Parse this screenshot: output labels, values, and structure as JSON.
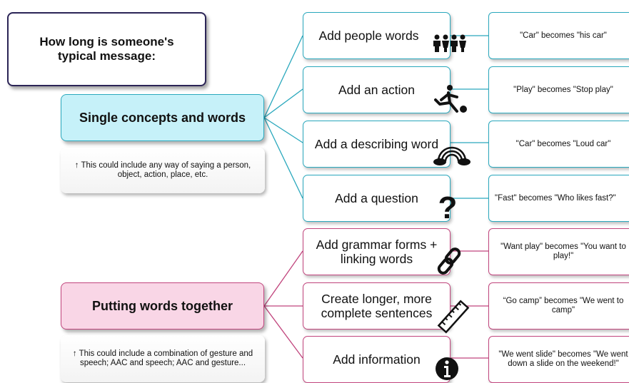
{
  "title": "How long is someone's typical message:",
  "categories": [
    {
      "label": "Single concepts and words",
      "note": "↑ This could include any way of saying a person, object, action, place, etc.",
      "color": "#2aa8bd",
      "fill": "#c6f1f9",
      "skills": [
        {
          "label": "Add people words",
          "example": "\"Car\" becomes \"his car\"",
          "icon": "people-icon"
        },
        {
          "label": "Add an action",
          "example": "\"Play\" becomes \"Stop play\"",
          "icon": "kicking-person-icon"
        },
        {
          "label": "Add a describing word",
          "example": "\"Car\" becomes \"Loud car\"",
          "icon": "rainbow-icon"
        },
        {
          "label": "Add a question",
          "example": "\"Fast\" becomes \"Who likes fast?\"",
          "icon": "question-mark-icon"
        }
      ]
    },
    {
      "label": "Putting words together",
      "note": "↑ This could include a combination of gesture and speech; AAC and speech; AAC and gesture...",
      "color": "#c1457d",
      "fill": "#f9d6e6",
      "skills": [
        {
          "label": "Add grammar forms + linking words",
          "example": "\"Want play\" becomes \"You want to play!\"",
          "icon": "chain-link-icon"
        },
        {
          "label": "Create longer, more complete sentences",
          "example": "“Go camp” becomes \"We went to camp\"",
          "icon": "ruler-icon"
        },
        {
          "label": "Add information",
          "example": "\"We went slide\" becomes \"We went down a slide on the weekend!\"",
          "icon": "info-icon"
        }
      ]
    }
  ]
}
